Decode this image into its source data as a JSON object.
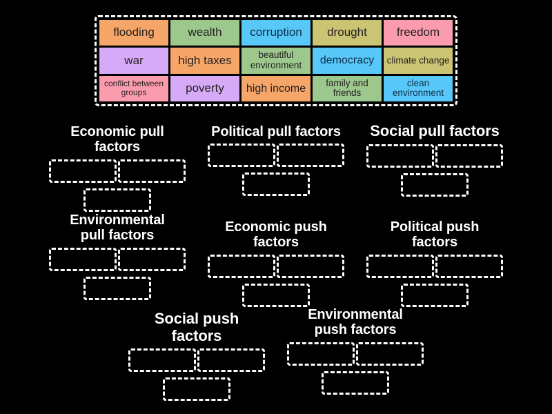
{
  "tile_bank": {
    "name": "word-tile-bank",
    "rows": [
      [
        {
          "label": "flooding",
          "color": "#f5a668",
          "size": "lg"
        },
        {
          "label": "wealth",
          "color": "#9dc88d",
          "size": "lg"
        },
        {
          "label": "corruption",
          "color": "#57c8f7",
          "size": "lg"
        },
        {
          "label": "drought",
          "color": "#cbc473",
          "size": "lg"
        },
        {
          "label": "freedom",
          "color": "#fa9cae",
          "size": "lg"
        }
      ],
      [
        {
          "label": "war",
          "color": "#d7aaf8",
          "size": "lg"
        },
        {
          "label": "high taxes",
          "color": "#f5a668",
          "size": "lg"
        },
        {
          "label": "beautiful\nenvironment",
          "color": "#9dc88d",
          "size": "sm"
        },
        {
          "label": "democracy",
          "color": "#57c8f7",
          "size": "md"
        },
        {
          "label": "climate\nchange",
          "color": "#cbc473",
          "size": "sm"
        }
      ],
      [
        {
          "label": "conflict\nbetween groups",
          "color": "#fa9cae",
          "size": "xs"
        },
        {
          "label": "poverty",
          "color": "#d7aaf8",
          "size": "lg"
        },
        {
          "label": "high income",
          "color": "#f5a668",
          "size": "md"
        },
        {
          "label": "family and\nfriends",
          "color": "#9dc88d",
          "size": "sm"
        },
        {
          "label": "clean\nenvironment",
          "color": "#57c8f7",
          "size": "sm"
        }
      ]
    ]
  },
  "groups": [
    {
      "id": "econ-pull",
      "title": "Economic pull factors",
      "dropzones": 3
    },
    {
      "id": "pol-pull",
      "title": "Political pull factors",
      "dropzones": 3
    },
    {
      "id": "soc-pull",
      "title": "Social pull factors",
      "dropzones": 3
    },
    {
      "id": "env-pull",
      "title": "Environmental\npull factors",
      "dropzones": 3
    },
    {
      "id": "econ-push",
      "title": "Economic push factors",
      "dropzones": 3
    },
    {
      "id": "pol-push",
      "title": "Political push factors",
      "dropzones": 3
    },
    {
      "id": "soc-push",
      "title": "Social push factors",
      "dropzones": 3
    },
    {
      "id": "env-push",
      "title": "Environmental\npush factors",
      "dropzones": 3
    }
  ],
  "colors": {
    "background": "#000000",
    "outline": "#ffffff",
    "tile_text": "#231f20",
    "title_text": "#ffffff"
  }
}
